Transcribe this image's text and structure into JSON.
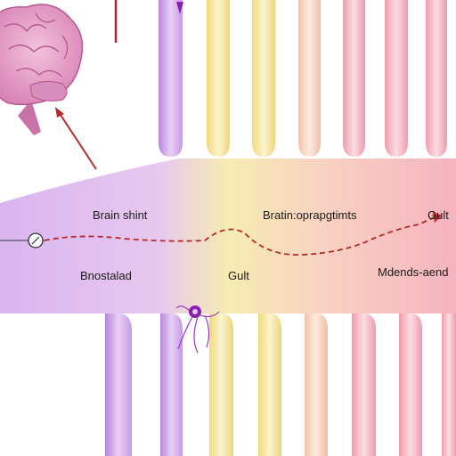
{
  "labels": {
    "brain_shift": "Brain shint",
    "brain_top_mid": "Bratin:oprapgtimts",
    "gut_top_right": "Gult",
    "bottom_left": "Bnostalad",
    "gut_center": "Gult",
    "bottom_right": "Mdends-aend"
  },
  "icons": {
    "brain": "brain-icon",
    "connector_node": "circle-node-icon",
    "nerve_cell": "neuron-icon"
  },
  "colors": {
    "tube_purple": "#c89be6",
    "tube_yellow": "#f5e79a",
    "tube_pink": "#f4a8b8",
    "path_red": "#b82a2a",
    "brain_pink": "#e8a0c8",
    "neuron_purple": "#8a1fb0"
  }
}
